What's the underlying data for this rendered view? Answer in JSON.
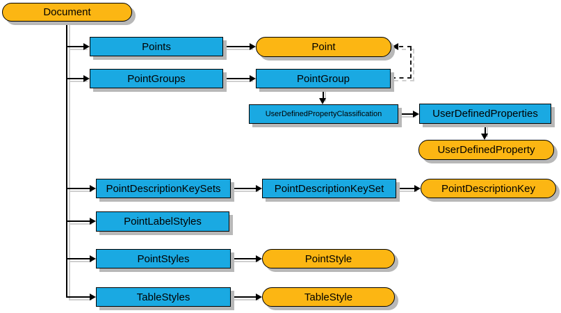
{
  "diagram": {
    "description": "Document points object model diagram",
    "colors": {
      "collection_fill": "#1aa9e2",
      "object_fill": "#fcb613",
      "border": "#000000",
      "shadow": "#b8b8b8",
      "line": "#000000",
      "line_shadow": "#cfcfcf"
    },
    "nodes": {
      "document": {
        "label": "Document",
        "kind": "object"
      },
      "points": {
        "label": "Points",
        "kind": "collection"
      },
      "point": {
        "label": "Point",
        "kind": "object"
      },
      "point_groups": {
        "label": "PointGroups",
        "kind": "collection"
      },
      "point_group": {
        "label": "PointGroup",
        "kind": "collection"
      },
      "udp_classification": {
        "label": "UserDefinedPropertyClassification",
        "kind": "collection"
      },
      "udp_properties": {
        "label": "UserDefinedProperties",
        "kind": "collection"
      },
      "udp_property": {
        "label": "UserDefinedProperty",
        "kind": "object"
      },
      "point_description_key_sets": {
        "label": "PointDescriptionKeySets",
        "kind": "collection"
      },
      "point_description_key_set": {
        "label": "PointDescriptionKeySet",
        "kind": "collection"
      },
      "point_description_key": {
        "label": "PointDescriptionKey",
        "kind": "object"
      },
      "point_label_styles": {
        "label": "PointLabelStyles",
        "kind": "collection"
      },
      "point_styles": {
        "label": "PointStyles",
        "kind": "collection"
      },
      "point_style": {
        "label": "PointStyle",
        "kind": "object"
      },
      "table_styles": {
        "label": "TableStyles",
        "kind": "collection"
      },
      "table_style": {
        "label": "TableStyle",
        "kind": "object"
      }
    },
    "edges": [
      {
        "from": "Document",
        "to": "Points",
        "style": "solid"
      },
      {
        "from": "Document",
        "to": "PointGroups",
        "style": "solid"
      },
      {
        "from": "Document",
        "to": "PointDescriptionKeySets",
        "style": "solid"
      },
      {
        "from": "Document",
        "to": "PointLabelStyles",
        "style": "solid"
      },
      {
        "from": "Document",
        "to": "PointStyles",
        "style": "solid"
      },
      {
        "from": "Document",
        "to": "TableStyles",
        "style": "solid"
      },
      {
        "from": "Points",
        "to": "Point",
        "style": "solid"
      },
      {
        "from": "PointGroups",
        "to": "PointGroup",
        "style": "solid"
      },
      {
        "from": "PointGroup",
        "to": "Point",
        "style": "dashed"
      },
      {
        "from": "PointGroup",
        "to": "UserDefinedPropertyClassification",
        "style": "solid"
      },
      {
        "from": "UserDefinedPropertyClassification",
        "to": "UserDefinedProperties",
        "style": "solid"
      },
      {
        "from": "UserDefinedProperties",
        "to": "UserDefinedProperty",
        "style": "solid"
      },
      {
        "from": "PointDescriptionKeySets",
        "to": "PointDescriptionKeySet",
        "style": "solid"
      },
      {
        "from": "PointDescriptionKeySet",
        "to": "PointDescriptionKey",
        "style": "solid"
      },
      {
        "from": "PointStyles",
        "to": "PointStyle",
        "style": "solid"
      },
      {
        "from": "TableStyles",
        "to": "TableStyle",
        "style": "solid"
      }
    ]
  }
}
